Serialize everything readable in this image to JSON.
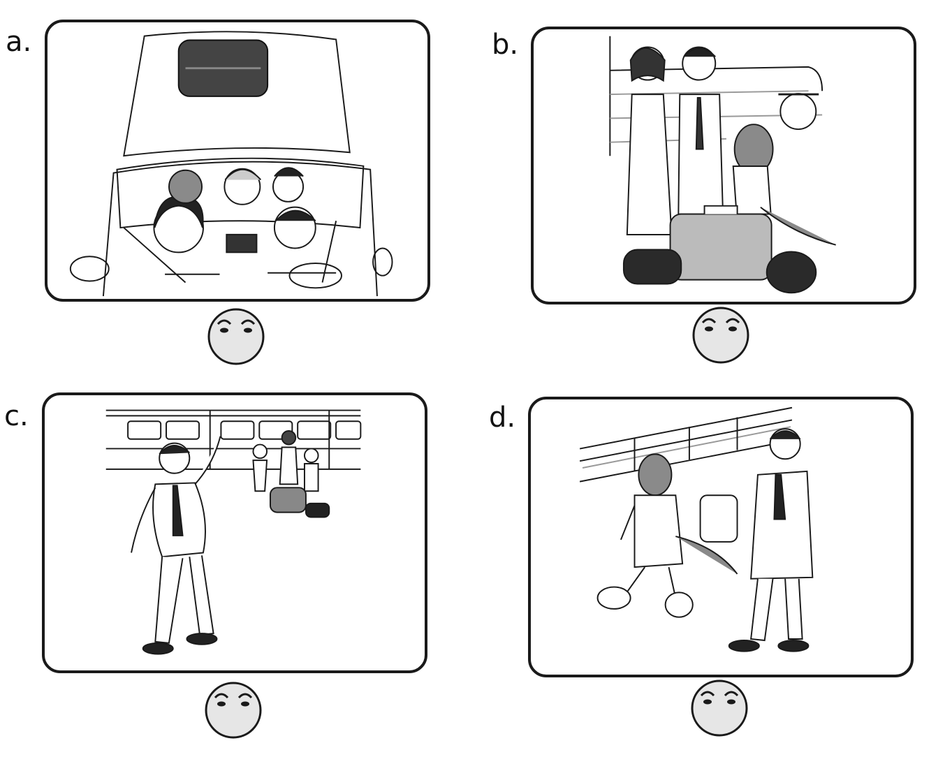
{
  "panels": [
    {
      "id": "a",
      "label": "a.",
      "scene": "family-in-car-icon"
    },
    {
      "id": "b",
      "label": "b.",
      "scene": "family-with-luggage-icon"
    },
    {
      "id": "c",
      "label": "c.",
      "scene": "man-waving-at-station-icon"
    },
    {
      "id": "d",
      "label": "d.",
      "scene": "man-and-crocodile-at-station-icon"
    }
  ],
  "face_icon": "blank-face-icon",
  "colors": {
    "face_fill": "#e6e6e6",
    "ink": "#1a1a1a",
    "shade": "#8a8a8a",
    "dark_shade": "#3a3a3a"
  }
}
